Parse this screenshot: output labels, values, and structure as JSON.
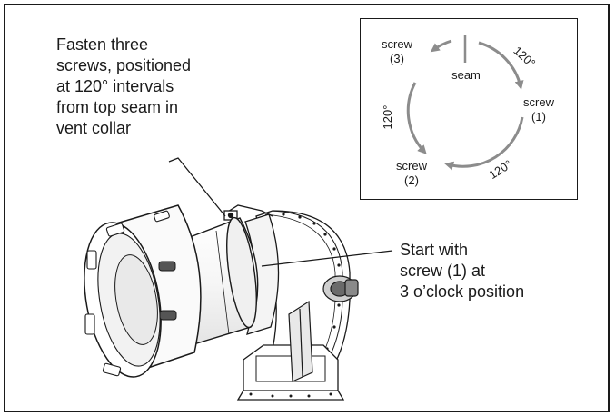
{
  "instruction_left": {
    "lines": [
      "Fasten three",
      "screws, positioned",
      "at 120° intervals",
      "from top seam in",
      "vent collar"
    ]
  },
  "instruction_right": {
    "lines": [
      "Start with",
      "screw (1) at",
      "3 o’clock position"
    ]
  },
  "inset": {
    "seam": "seam",
    "screw1": {
      "word": "screw",
      "num": "(1)"
    },
    "screw2": {
      "word": "screw",
      "num": "(2)"
    },
    "screw3": {
      "word": "screw",
      "num": "(3)"
    },
    "angle_top_right": "120°",
    "angle_bottom": "120°",
    "angle_left": "120°"
  },
  "colors": {
    "line": "#1a1a1a",
    "arrow": "#8c8c8c",
    "metal_light": "#f2f2f2",
    "metal_mid": "#d9d9d9",
    "metal_dark": "#555555"
  }
}
